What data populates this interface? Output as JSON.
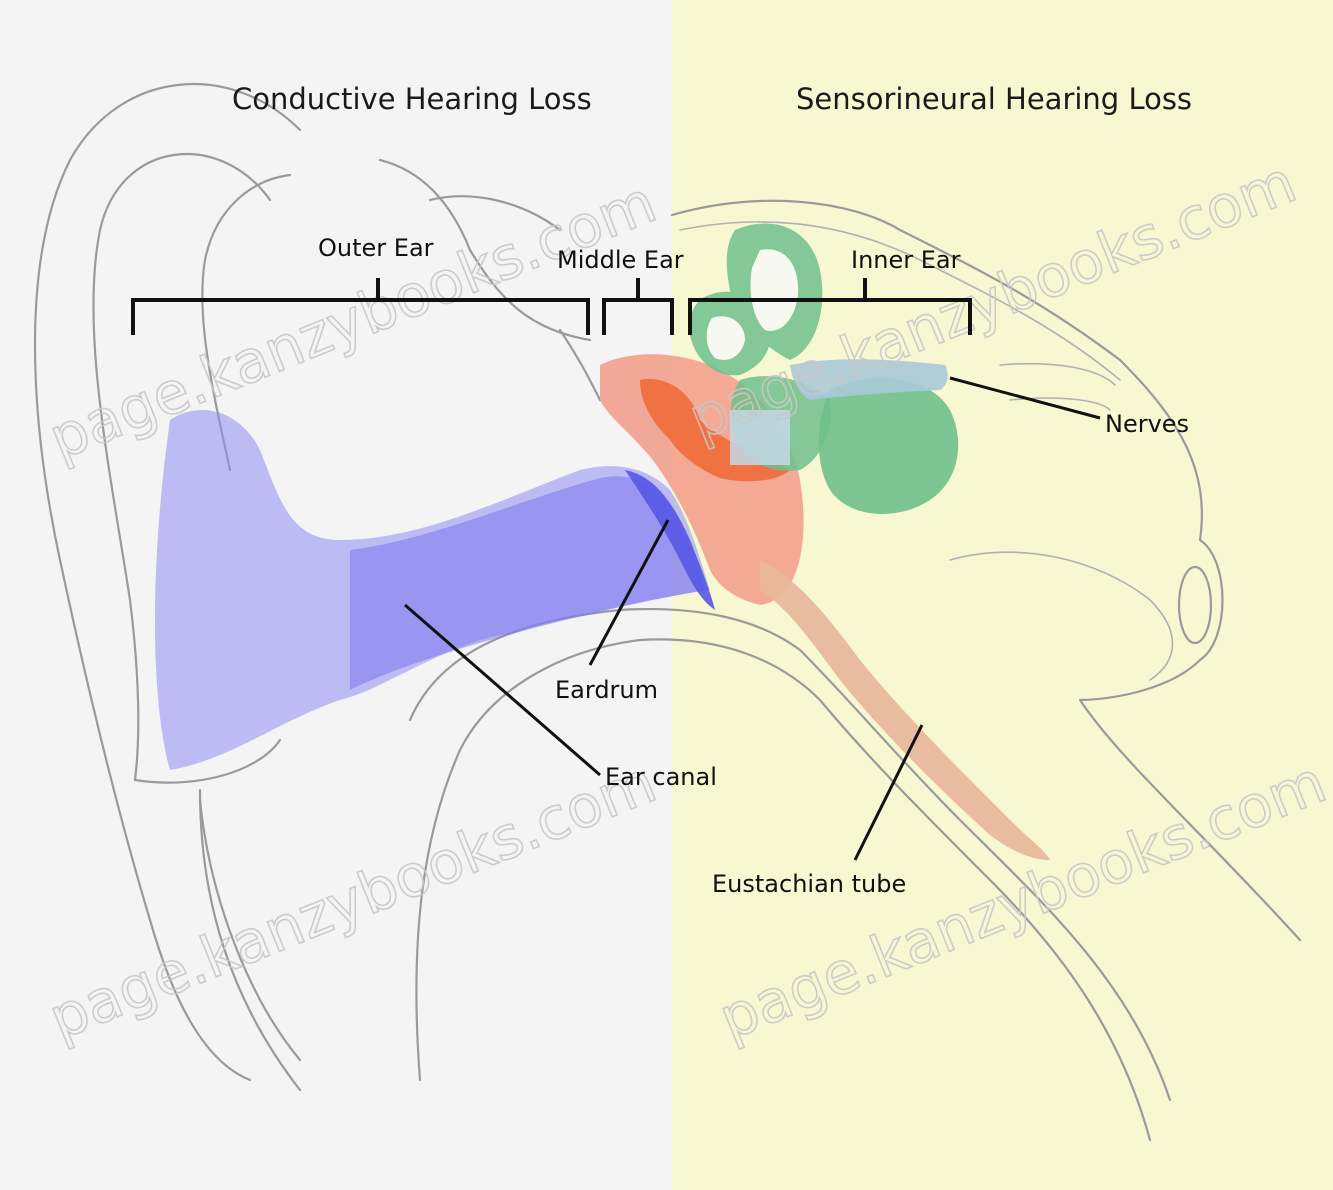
{
  "titles": {
    "conductive": "Conductive Hearing Loss",
    "sensorineural": "Sensorineural Hearing Loss"
  },
  "sections": {
    "outer_ear": "Outer Ear",
    "middle_ear": "Middle Ear",
    "inner_ear": "Inner Ear"
  },
  "labels": {
    "nerves": "Nerves",
    "eardrum": "Eardrum",
    "ear_canal": "Ear canal",
    "eustachian_tube": "Eustachian tube"
  },
  "watermark": "page.kanzybooks.com",
  "colors": {
    "conductive_background": "#f4f4f4",
    "sensorineural_background": "#f7f8d2",
    "ear_canal": "#8f8cf2",
    "eardrum": "#5757e6",
    "middle_ear": "#f2a08c",
    "ossicles": "#ef6a3a",
    "inner_ear": "#6fbf8c",
    "nerves": "#a9c9d8",
    "eustachian_tube": "#e8b79c"
  }
}
